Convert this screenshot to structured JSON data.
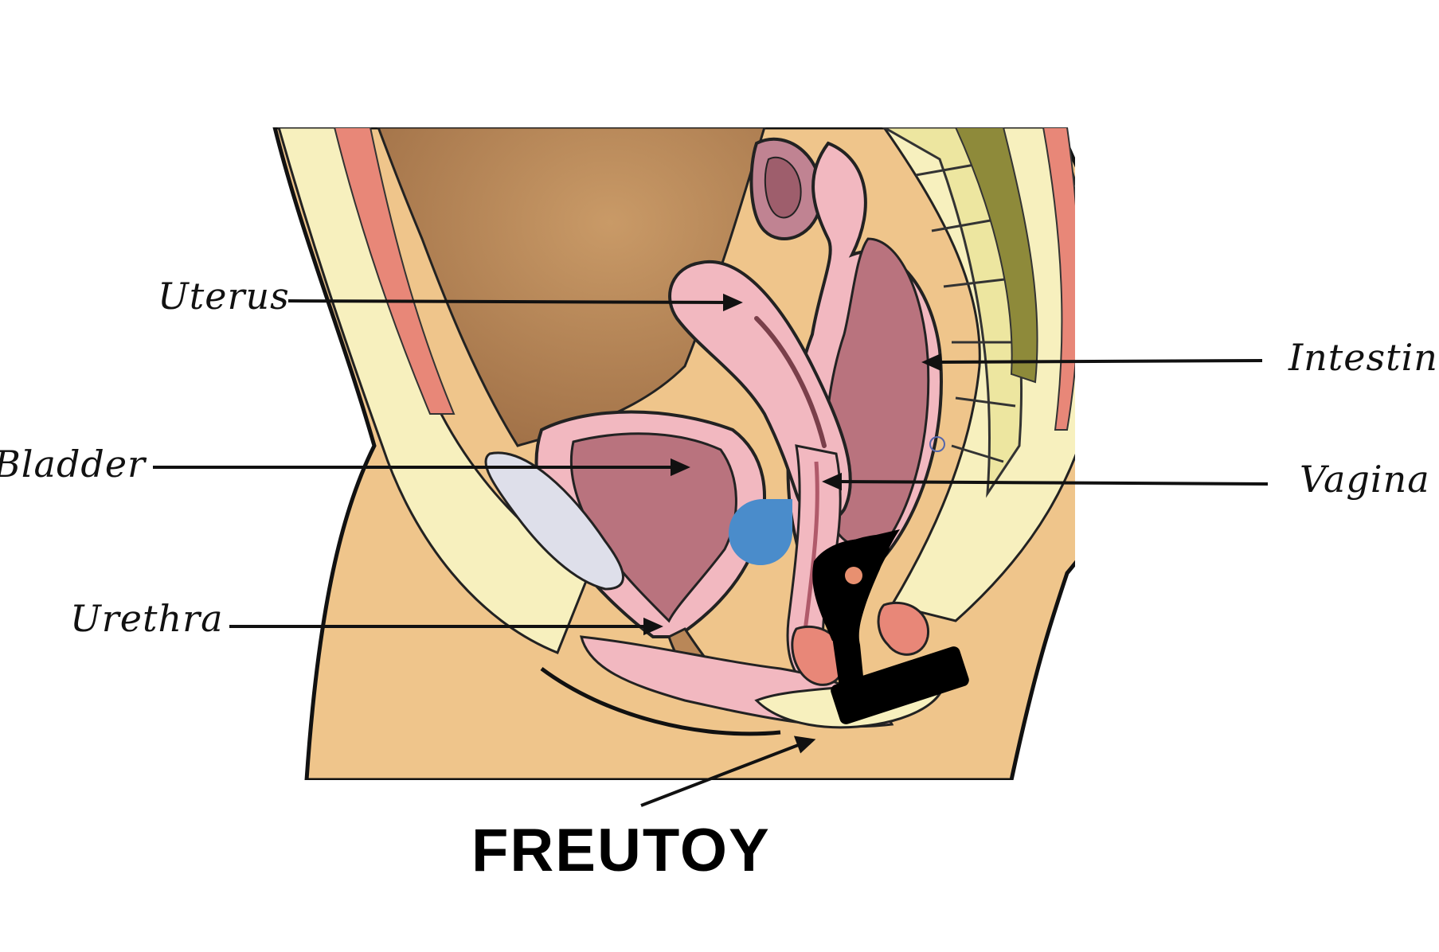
{
  "labels": {
    "uterus": "Uterus",
    "bladder": "Bladder",
    "urethra": "Urethra",
    "intestine": "Intestine",
    "vagina": "Vagina"
  },
  "product": {
    "name": "FREUTOY"
  },
  "colors": {
    "skin": "#EFC58B",
    "fat_layer": "#F7F0BE",
    "muscle_red": "#E88778",
    "abdominal_cavity": "#B98758",
    "organ_pink": "#F2B8C0",
    "organ_inner": "#B9737E",
    "bladder_white": "#DEDFEA",
    "vertebra_yellow": "#EDE6A0",
    "toy_black": "#000000",
    "drop_blue": "#4A8CCB"
  },
  "icons": {
    "device": "t-shaped-device-icon",
    "droplet": "water-droplet-icon"
  }
}
